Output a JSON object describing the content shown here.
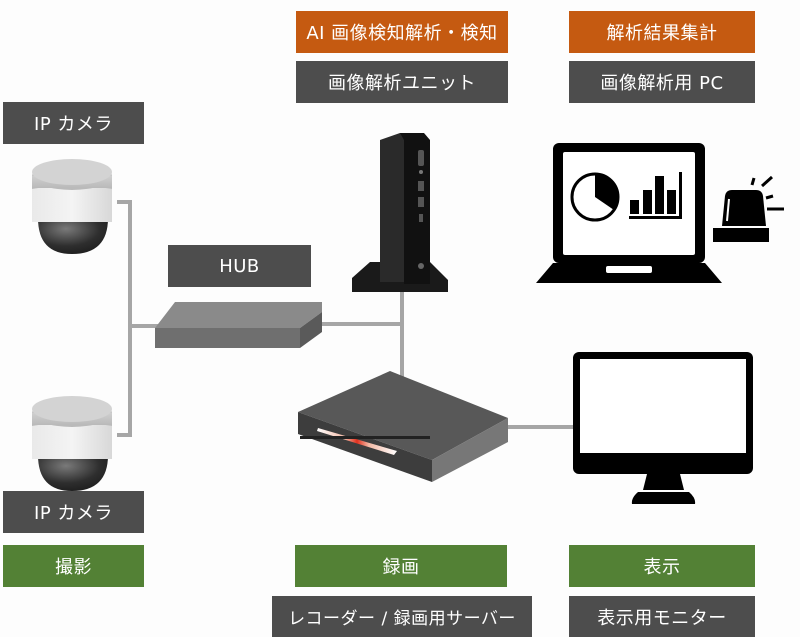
{
  "colors": {
    "device_label": "#4d4d4d",
    "function_label": "#c55a11",
    "role_label": "#538135",
    "connection_line": "#a6a6a6",
    "label_text": "#ffffff"
  },
  "labels": {
    "ai_function": "AI 画像検知解析・検知",
    "analysis_unit": "画像解析ユニット",
    "aggregate_function": "解析結果集計",
    "analysis_pc": "画像解析用 PC",
    "camera_top": "IP カメラ",
    "camera_bottom": "IP カメラ",
    "hub": "HUB",
    "capture_role": "撮影",
    "record_role": "録画",
    "recorder": "レコーダー / 録画用サーバー",
    "display_role": "表示",
    "monitor": "表示用モニター"
  },
  "devices": [
    {
      "id": "ip-camera-1",
      "icon": "dome-camera-icon"
    },
    {
      "id": "ip-camera-2",
      "icon": "dome-camera-icon"
    },
    {
      "id": "hub",
      "icon": "network-hub-icon"
    },
    {
      "id": "analysis-unit",
      "icon": "mini-pc-tower-icon"
    },
    {
      "id": "analysis-pc",
      "icon": "laptop-dashboard-icon"
    },
    {
      "id": "alarm",
      "icon": "alarm-beacon-icon"
    },
    {
      "id": "recorder",
      "icon": "nvr-recorder-icon"
    },
    {
      "id": "monitor",
      "icon": "desktop-monitor-icon"
    }
  ],
  "connections": [
    {
      "from": "ip-camera-1",
      "to": "hub"
    },
    {
      "from": "ip-camera-2",
      "to": "hub"
    },
    {
      "from": "hub",
      "to": "analysis-unit"
    },
    {
      "from": "analysis-unit",
      "to": "recorder"
    },
    {
      "from": "recorder",
      "to": "monitor"
    }
  ]
}
